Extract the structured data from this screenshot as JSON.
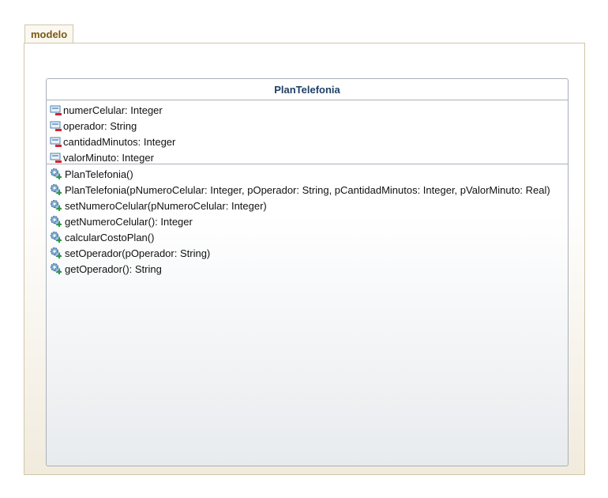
{
  "package": {
    "name": "modelo"
  },
  "class": {
    "name": "PlanTelefonia",
    "attributes": [
      "numerCelular: Integer",
      "operador: String",
      "cantidadMinutos: Integer",
      "valorMinuto: Integer"
    ],
    "operations": [
      "PlanTelefonia()",
      "PlanTelefonia(pNumeroCelular: Integer, pOperador: String, pCantidadMinutos: Integer, pValorMinuto: Real)",
      "setNumeroCelular(pNumeroCelular: Integer)",
      "getNumeroCelular(): Integer",
      "calcularCostoPlan()",
      "setOperador(pOperador: String)",
      "getOperador(): String"
    ]
  },
  "icons": {
    "attribute": "private-attribute-icon",
    "operation": "public-operation-icon"
  }
}
